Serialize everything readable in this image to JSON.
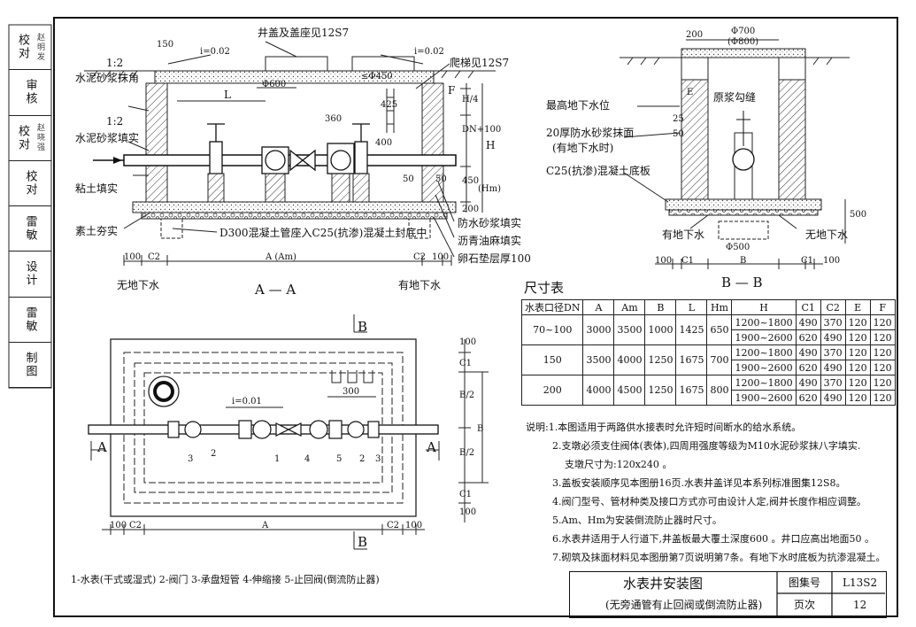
{
  "sidebar": {
    "cells": [
      {
        "label": "校对",
        "sig": "赵明发"
      },
      {
        "label": "审核",
        "sig": ""
      },
      {
        "label": "校对",
        "sig": "赵晓强"
      },
      {
        "label": "校对",
        "sig": ""
      },
      {
        "label": "雷敏",
        "sig": ""
      },
      {
        "label": "设计",
        "sig": ""
      },
      {
        "label": "雷敏",
        "sig": ""
      },
      {
        "label": "制图",
        "sig": ""
      }
    ]
  },
  "section_aa": {
    "title": "A — A",
    "labels": {
      "cover": "井盖及盖座见12S7",
      "ladder": "爬梯见12S7",
      "slope_left": "i=0.02",
      "slope_right": "i=0.02",
      "mortar_corner_ratio": "1:2",
      "mortar_corner": "水泥砂浆抹角",
      "mortar_fill_ratio": "1:2",
      "mortar_fill": "水泥砂浆填实",
      "clay_fill": "粘土填实",
      "rammed": "素土夯实",
      "pipe_note": "D300混凝土管座入C25(抗渗)混凝土封底中",
      "waterproof": "防水砂浆填实",
      "asphalt": "沥青油麻填实",
      "gravel": "卵石垫层厚100",
      "no_gw": "无地下水",
      "with_gw": "有地下水",
      "dim_150": "150",
      "dim_phi600": "Φ600",
      "dim_L": "L",
      "dim_360": "360",
      "dim_425": "425",
      "dim_phi450": "≤Φ450",
      "dim_400": "400",
      "dim_H4": "H/4",
      "dim_DN100": "DN+100",
      "dim_H": "H",
      "dim_450": "450",
      "dim_Hm": "(Hm)",
      "dim_200": "200",
      "dim_50a": "50",
      "dim_50b": "50",
      "dim_F": "F",
      "dim_100a": "100",
      "dim_C2a": "C2",
      "dim_A": "A (Am)",
      "dim_C2b": "C2",
      "dim_100b": "100"
    }
  },
  "section_bb": {
    "title": "B — B",
    "labels": {
      "phi700": "Φ700",
      "phi800": "(Φ800)",
      "dim_200": "200",
      "max_gw": "最高地下水位",
      "grout": "原浆勾缝",
      "wp1": "20厚防水砂浆抹面",
      "wp2": "(有地下水时)",
      "slab": "C25(抗渗)混凝土底板",
      "dim_E": "E",
      "dim_25": "25",
      "dim_50": "50",
      "dim_500": "500",
      "with_gw": "有地下水",
      "no_gw": "无地下水",
      "phi500": "Φ500",
      "dim_100a": "100",
      "dim_C1a": "C1",
      "dim_B": "B",
      "dim_C1b": "C1",
      "dim_100b": "100"
    }
  },
  "plan": {
    "label_B_top": "B",
    "label_B_bottom": "B",
    "label_A_left": "A",
    "label_A_right": "A",
    "slope": "i=0.01",
    "dim_300": "300",
    "dim_C1a": "C1",
    "dim_B2a": "B/2",
    "dim_B": "B",
    "dim_B2b": "B/2",
    "dim_C1b": "C1",
    "dim_100a": "100",
    "dim_100b": "100",
    "dim_100c": "100",
    "dim_C2a": "C2",
    "dim_A": "A",
    "dim_C2b": "C2",
    "dim_100d": "100",
    "parts": [
      "3",
      "2",
      "1",
      "4",
      "5",
      "2",
      "3"
    ]
  },
  "dims_table": {
    "title": "尺寸表",
    "headers": [
      "水表口径DN",
      "A",
      "Am",
      "B",
      "L",
      "Hm",
      "H",
      "C1",
      "C2",
      "E",
      "F"
    ],
    "groups": [
      {
        "dn": "70~100",
        "A": "3000",
        "Am": "3500",
        "B": "1000",
        "L": "1425",
        "Hm": "650",
        "rows": [
          [
            "1200~1800",
            "490",
            "370",
            "120",
            "120"
          ],
          [
            "1900~2600",
            "620",
            "490",
            "120",
            "120"
          ]
        ]
      },
      {
        "dn": "150",
        "A": "3500",
        "Am": "4000",
        "B": "1250",
        "L": "1675",
        "Hm": "700",
        "rows": [
          [
            "1200~1800",
            "490",
            "370",
            "120",
            "120"
          ],
          [
            "1900~2600",
            "620",
            "490",
            "120",
            "120"
          ]
        ]
      },
      {
        "dn": "200",
        "A": "4000",
        "Am": "4500",
        "B": "1250",
        "L": "1675",
        "Hm": "800",
        "rows": [
          [
            "1200~1800",
            "490",
            "370",
            "120",
            "120"
          ],
          [
            "1900~2600",
            "620",
            "490",
            "120",
            "120"
          ]
        ]
      }
    ]
  },
  "notes": [
    "说明:1.本图适用于两路供水接表时允许短时间断水的给水系统。",
    "2.支墩必须支住阀体(表体),四周用强度等级为M10水泥砂浆抹八字填实.",
    "支墩尺寸为:120x240 。",
    "3.盖板安装顺序见本图册16页.水表井盖详见本系列标准图集12S8。",
    "4.阀门型号、管材种类及接口方式亦可由设计人定,阀井长度作相应调整。",
    "5.Am、Hm为安装倒流防止器时尺寸。",
    "6.水表井适用于人行道下,井盖板最大覆土深度600 。井口应高出地面50 。",
    "7.砌筑及抹面材料见本图册第7页说明第7条。有地下水时底板为抗渗混凝土。"
  ],
  "legend": "1-水表(干式或湿式)    2-阀门   3-承盘短管    4-伸缩接    5-止回阀(倒流防止器)",
  "title_block": {
    "title": "水表井安装图",
    "subtitle": "(无旁通管有止回阀或倒流防止器)",
    "atlas_label": "图集号",
    "atlas_no": "L13S2",
    "page_label": "页次",
    "page_no": "12"
  }
}
